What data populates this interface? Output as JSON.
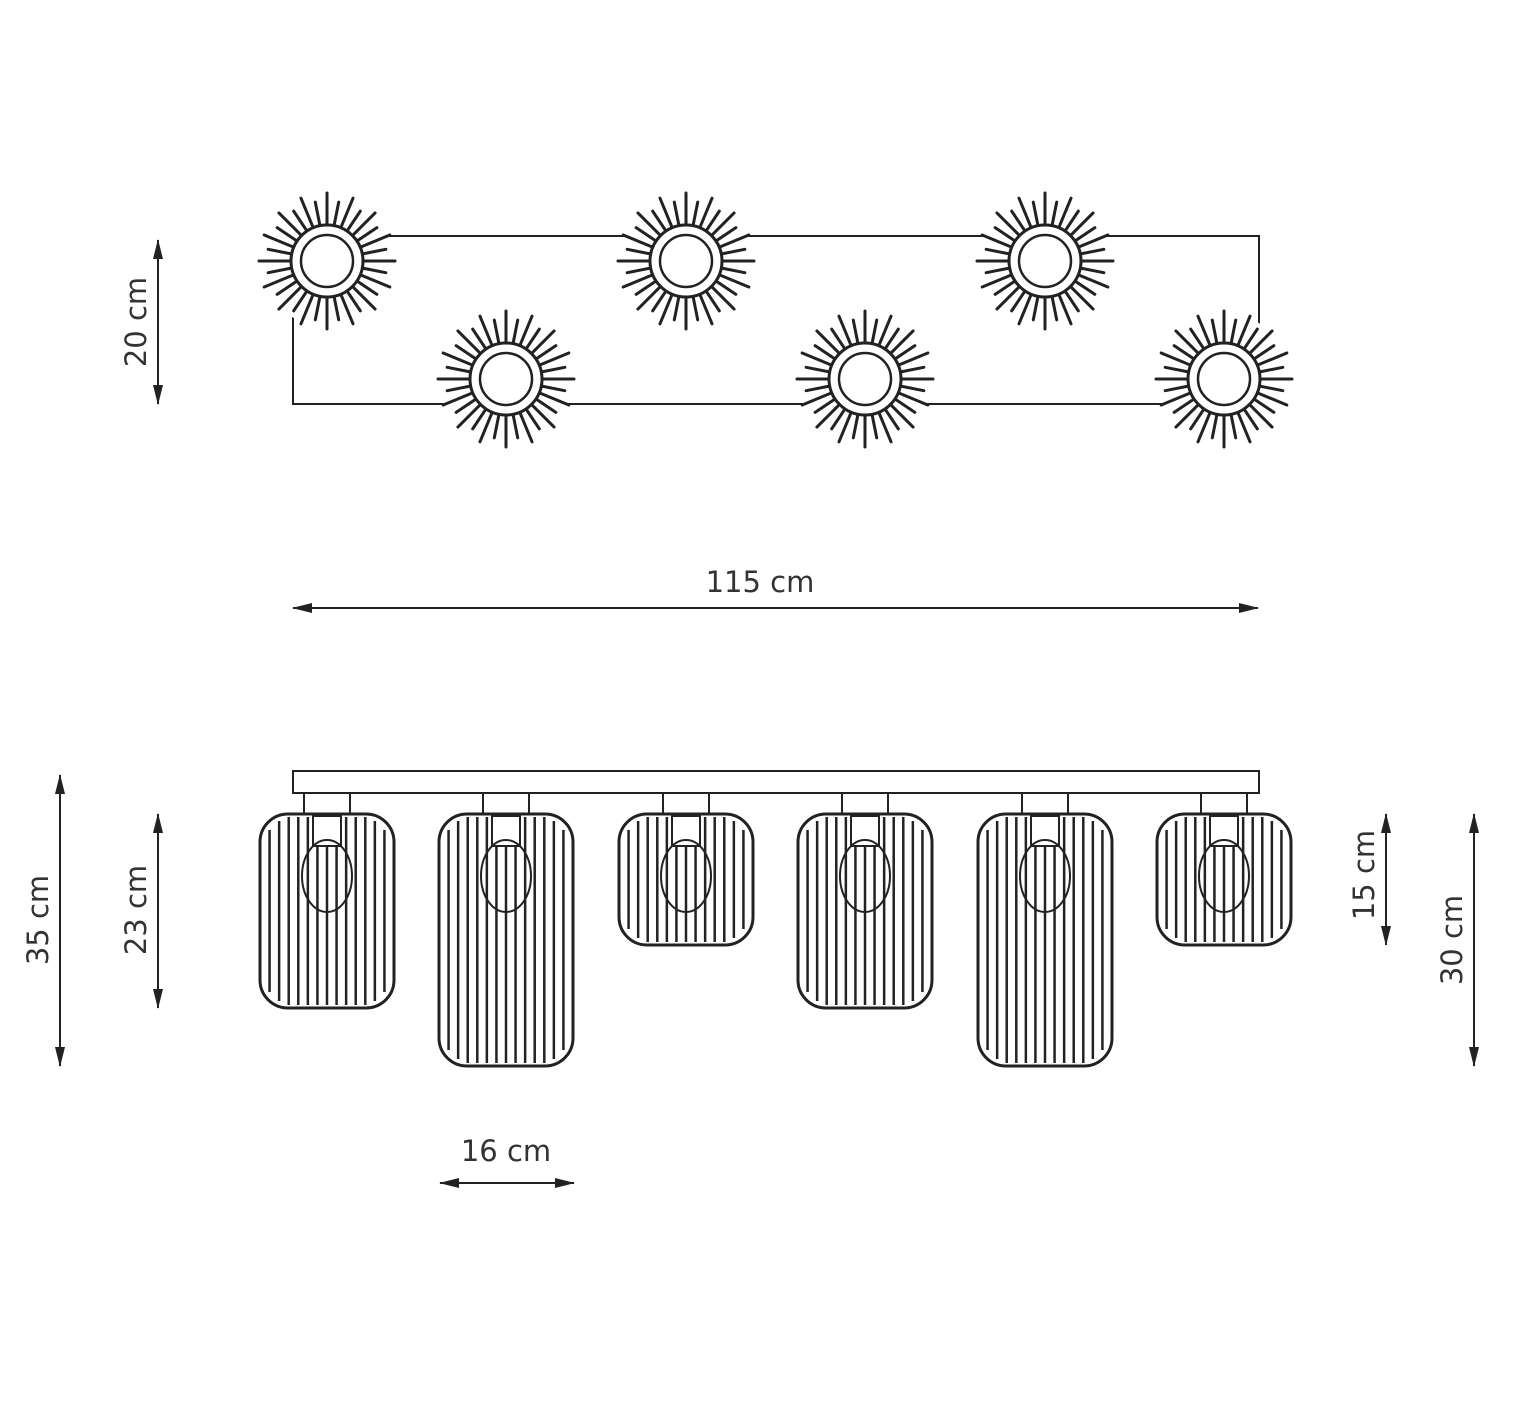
{
  "dimensions": {
    "top_depth": "20 cm",
    "length": "115 cm",
    "total_height": "35 cm",
    "tall_shade_height": "23 cm",
    "short_shade_height": "15 cm",
    "side_height": "30 cm",
    "shade_width": "16 cm"
  },
  "top_view": {
    "sockets": [
      {
        "row": "upper"
      },
      {
        "row": "lower"
      },
      {
        "row": "upper"
      },
      {
        "row": "lower"
      },
      {
        "row": "upper"
      },
      {
        "row": "lower"
      }
    ]
  },
  "front_view": {
    "shades": [
      {
        "size": "medium"
      },
      {
        "size": "tall"
      },
      {
        "size": "short"
      },
      {
        "size": "medium"
      },
      {
        "size": "tall"
      },
      {
        "size": "short"
      }
    ]
  },
  "colors": {
    "line": "#222222",
    "text": "#333333"
  }
}
